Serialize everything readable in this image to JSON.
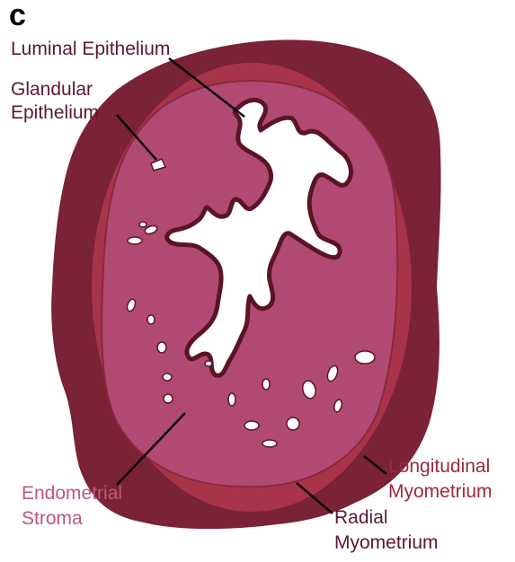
{
  "panel_label": "c",
  "labels": {
    "luminal_epithelium": "Luminal Epithelium",
    "glandular_1": "Glandular",
    "glandular_2": "Epithelium",
    "endometrial_1": "Endometrial",
    "endometrial_2": "Stroma",
    "longitudinal_1": "Longitudinal",
    "longitudinal_2": "Myometrium",
    "radial_1": "Radial",
    "radial_2": "Myometrium"
  },
  "colors": {
    "outer_myometrium": "#7a2236",
    "middle_myometrium": "#a8344a",
    "stroma": "#b04a72",
    "epithelium": "#ffffff",
    "outline": "#5a1424",
    "dark_label": "#5a1a2a",
    "stroma_label": "#c0557e",
    "myometrium_label": "#9a2a3c"
  }
}
